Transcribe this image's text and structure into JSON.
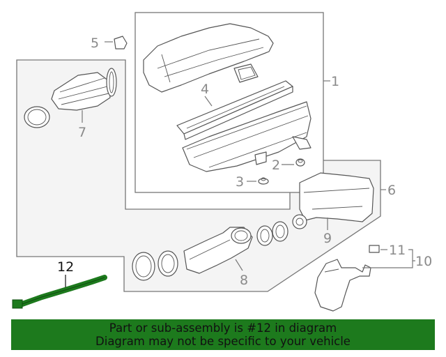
{
  "callouts": {
    "c1": "1",
    "c2": "2",
    "c3": "3",
    "c4": "4",
    "c5": "5",
    "c6": "6",
    "c7": "7",
    "c8": "8",
    "c9": "9",
    "c10": "10",
    "c11": "11",
    "c12": "12"
  },
  "highlight_color": "#1d7a1d",
  "banner": {
    "line1": "Part or sub-assembly is #12 in diagram",
    "line2": "Diagram may not be specific to your vehicle"
  }
}
